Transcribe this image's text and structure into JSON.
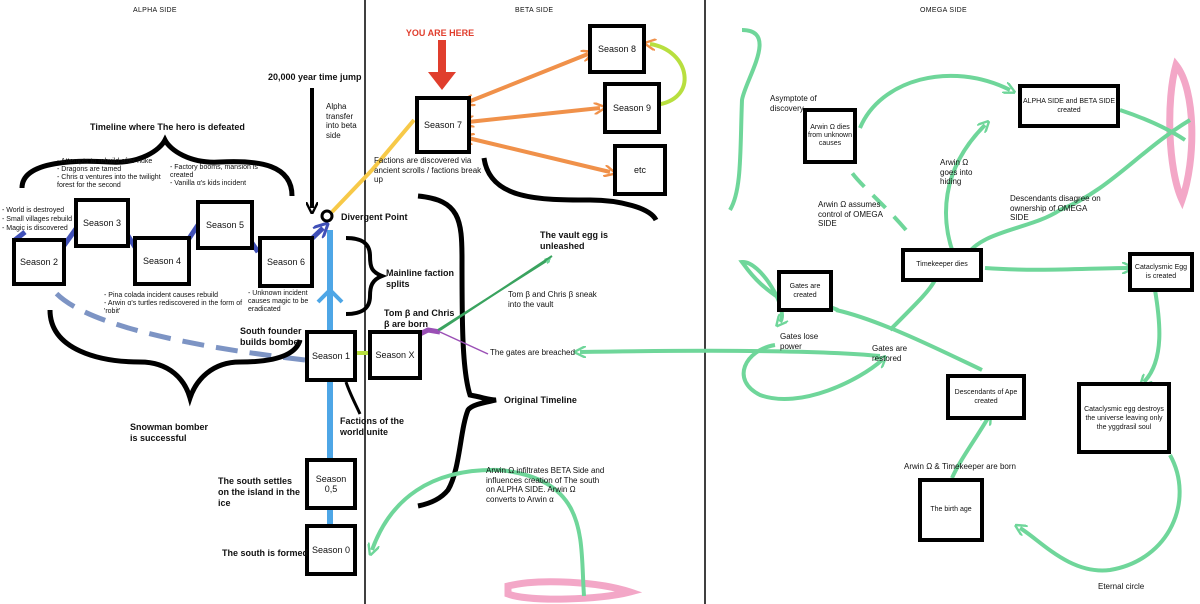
{
  "sections": {
    "alpha": "ALPHA SIDE",
    "beta": "BETA SIDE",
    "omega": "OMEGA SIDE"
  },
  "boxes": {
    "season_2": "Season 2",
    "season_3": "Season 3",
    "season_4": "Season 4",
    "season_5": "Season 5",
    "season_6": "Season 6",
    "season_1": "Season 1",
    "season_0_5": "Season 0,5",
    "season_0": "Season 0",
    "season_7": "Season 7",
    "season_8": "Season 8",
    "season_9": "Season 9",
    "etc": "etc",
    "season_x": "Season X",
    "arwin_dies": "Arwin Ω dies from unknown causes",
    "alpha_beta_created": "ALPHA SIDE and BETA SIDE created",
    "gates_created": "Gates are created",
    "timekeeper_dies": "Timekeeper dies",
    "egg_created": "Cataclysmic Egg is created",
    "descendants_ape": "Descendants of Ape created",
    "egg_destroys": "Cataclysmic egg destroys the universe leaving only the yggdrasil soul",
    "birth_age": "The birth age"
  },
  "labels": {
    "you_are_here": "YOU ARE HERE",
    "time_jump": "20,000 year time jump",
    "alpha_transfer": "Alpha transfer into beta side",
    "hero_defeated": "Timeline where The hero is defeated",
    "rebuild_list": "- Attempts to rebuild after nuke\n- Dragons are tamed\n- Chris α ventures into the twilight forest for the second",
    "factory_list": "- Factory booms, mansion is created\n- Vanilla α's kids incident",
    "world_destroyed": "- World is destroyed\n- Small villages rebuild\n- Magic is discovered",
    "divergent": "Divergent Point",
    "factions_discovered": "Factions are discovered via ancient scrolls / factions break up",
    "pina_list": "- Pina colada incident causes rebuild\n- Arwin α's turtles rediscovered in the form of 'robit'",
    "unknown_incident": "- Unknown incident causes magic to be eradicated",
    "mainline": "Mainline faction splits",
    "south_founder": "South founder builds bomber",
    "tom_chris_born": "Tom β and Chris β are born",
    "vault_egg": "The vault egg is unleashed",
    "sneak_vault": "Tom β and Chris β sneak into the vault",
    "gates_breached": "The gates are breached",
    "snowman": "Snowman bomber is successful",
    "factions_unite": "Factions of the world unite",
    "original_timeline": "Original Timeline",
    "south_settles": "The south settles on the island in the ice",
    "south_formed": "The south is formed",
    "arwin_infiltrates": "Arwin Ω infiltrates BETA Side and influences creation of The south on ALPHA SIDE. Arwin Ω converts to Arwin α",
    "asymptote": "Asymptote of discovery",
    "goes_hiding": "Arwin Ω goes into hiding",
    "descendants_disagree": "Descendants disagree on ownership of OMEGA SIDE",
    "assumes_control": "Arwin Ω assumes control of OMEGA SIDE",
    "gates_lose_power": "Gates lose power",
    "gates_restored": "Gates are restored",
    "arwin_timekeeper_born": "Arwin Ω & Timekeeper are born",
    "eternal_circle": "Eternal circle"
  },
  "colors": {
    "black": "#000000",
    "blue": "#4ea6e6",
    "indigo": "#4050b8",
    "yellow": "#f7c948",
    "orange": "#f0914a",
    "lime": "#b8df3f",
    "green": "#6fd69a",
    "pink": "#f3a7c7",
    "red": "#e03e2d",
    "purple": "#9a4fb5",
    "gray_blue": "#7d94c4"
  }
}
